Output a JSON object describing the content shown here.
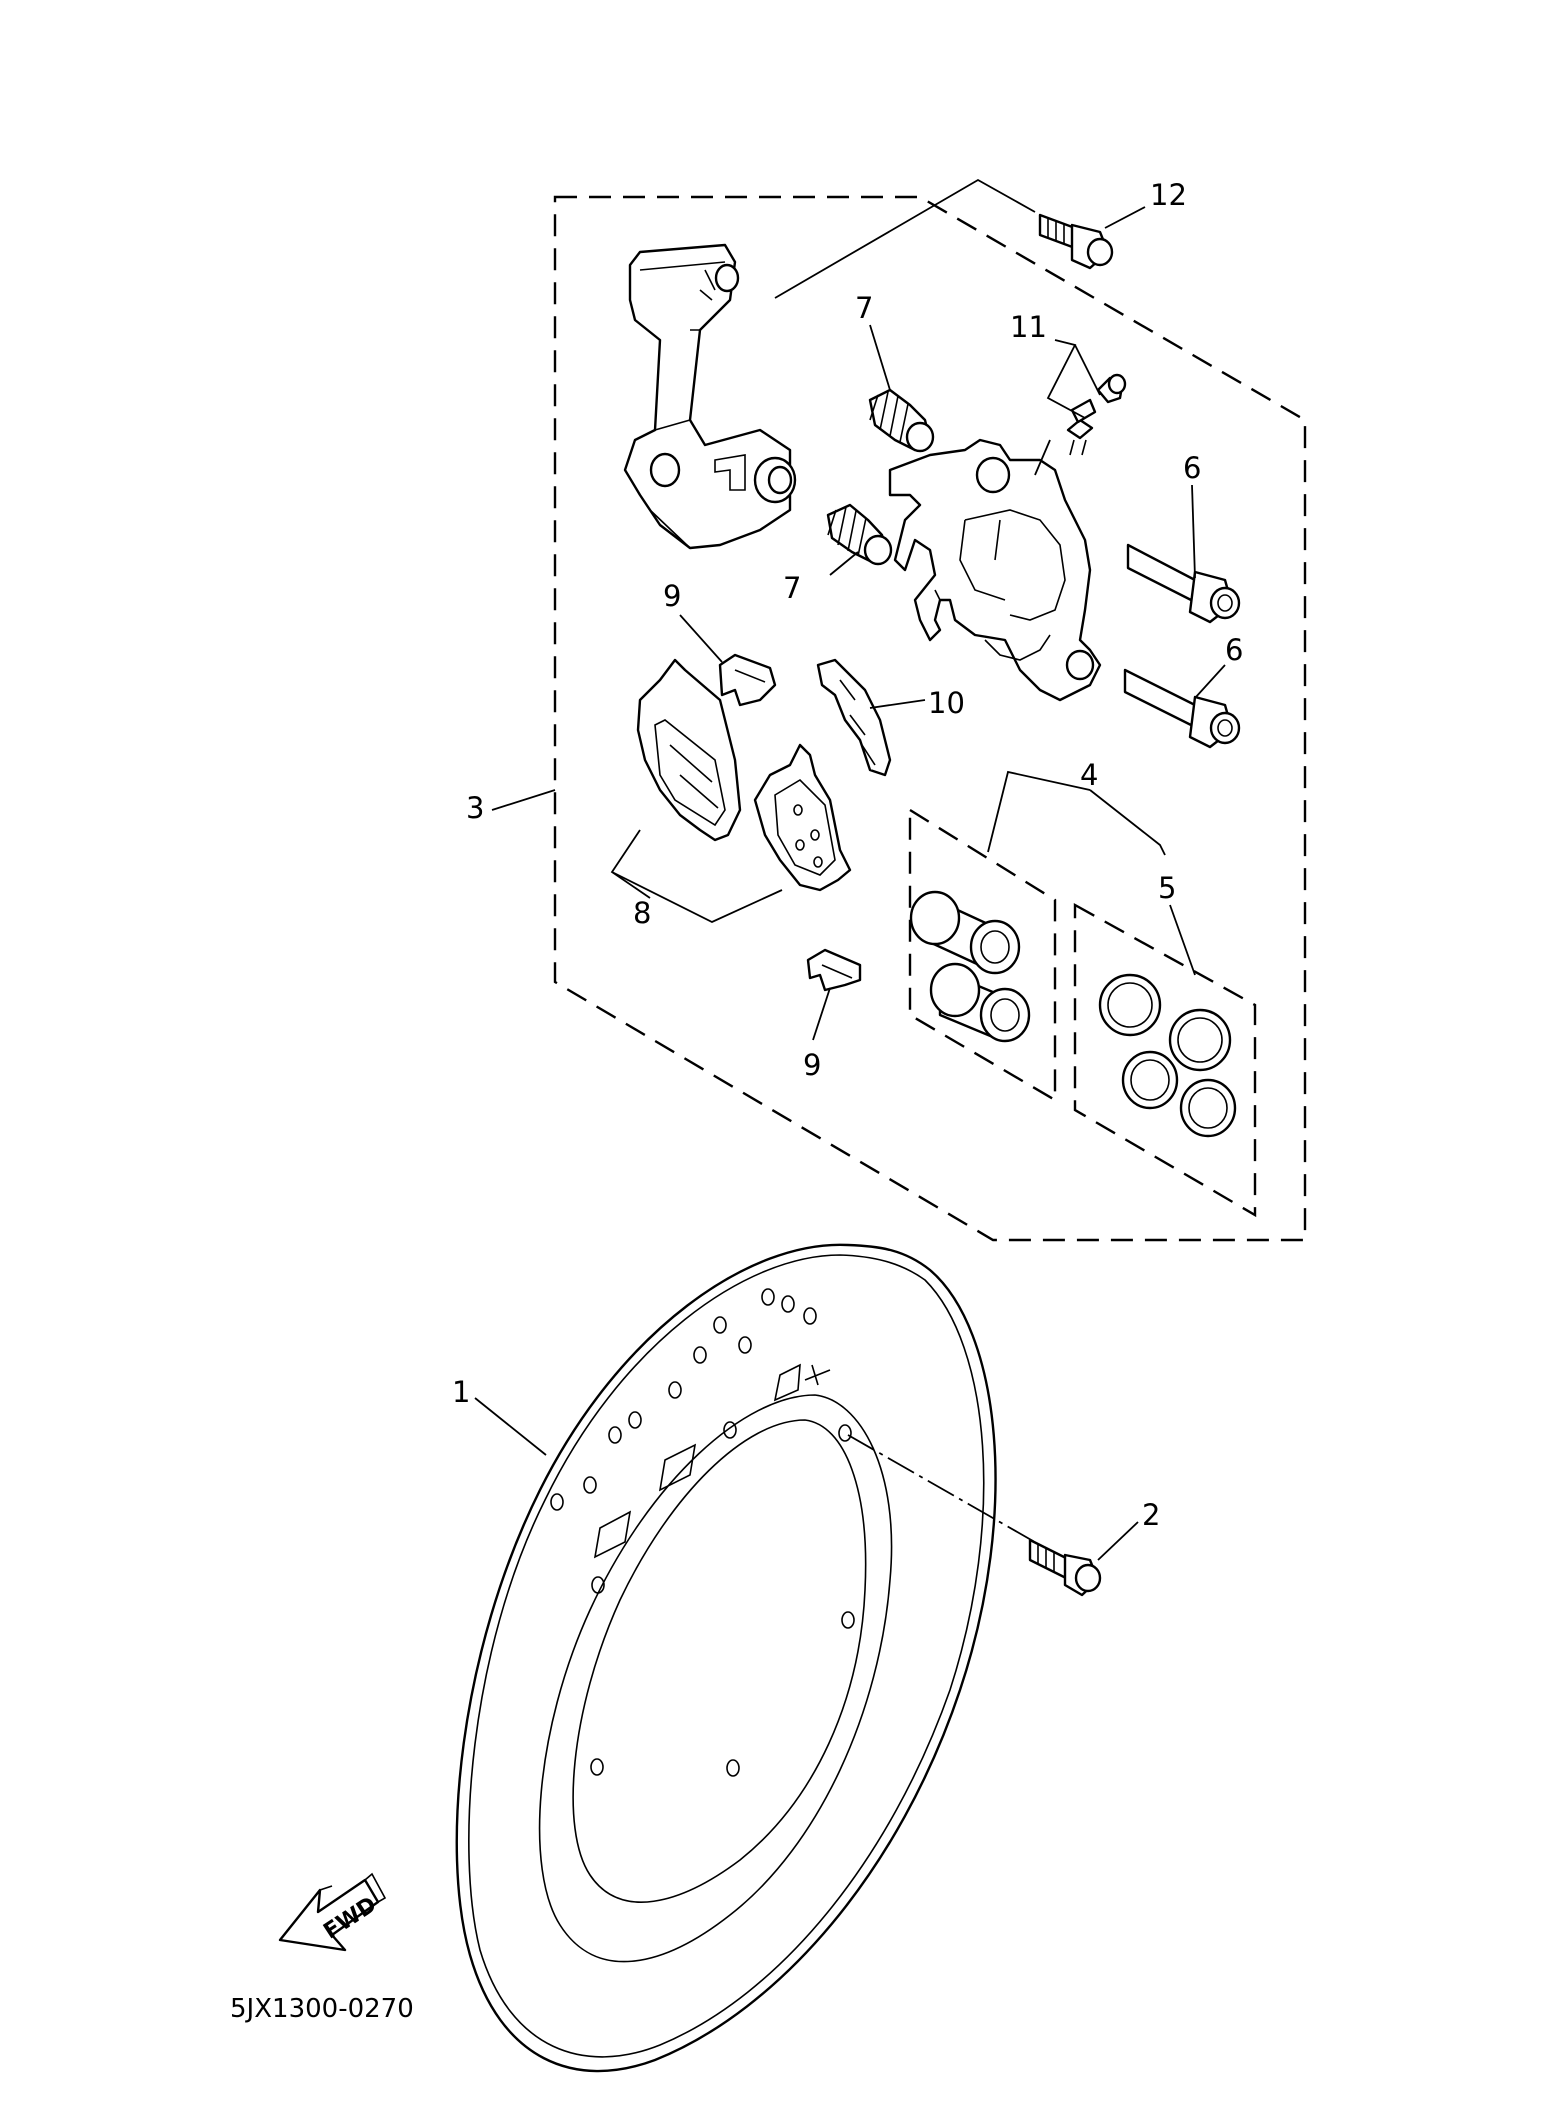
{
  "diagram_code": "5JX1300-0270",
  "fwd_label": "FWD",
  "callouts": {
    "c1": "1",
    "c2": "2",
    "c3": "3",
    "c4": "4",
    "c5": "5",
    "c6a": "6",
    "c6b": "6",
    "c7a": "7",
    "c7b": "7",
    "c8": "8",
    "c9a": "9",
    "c9b": "9",
    "c10": "10",
    "c11": "11",
    "c12": "12"
  }
}
